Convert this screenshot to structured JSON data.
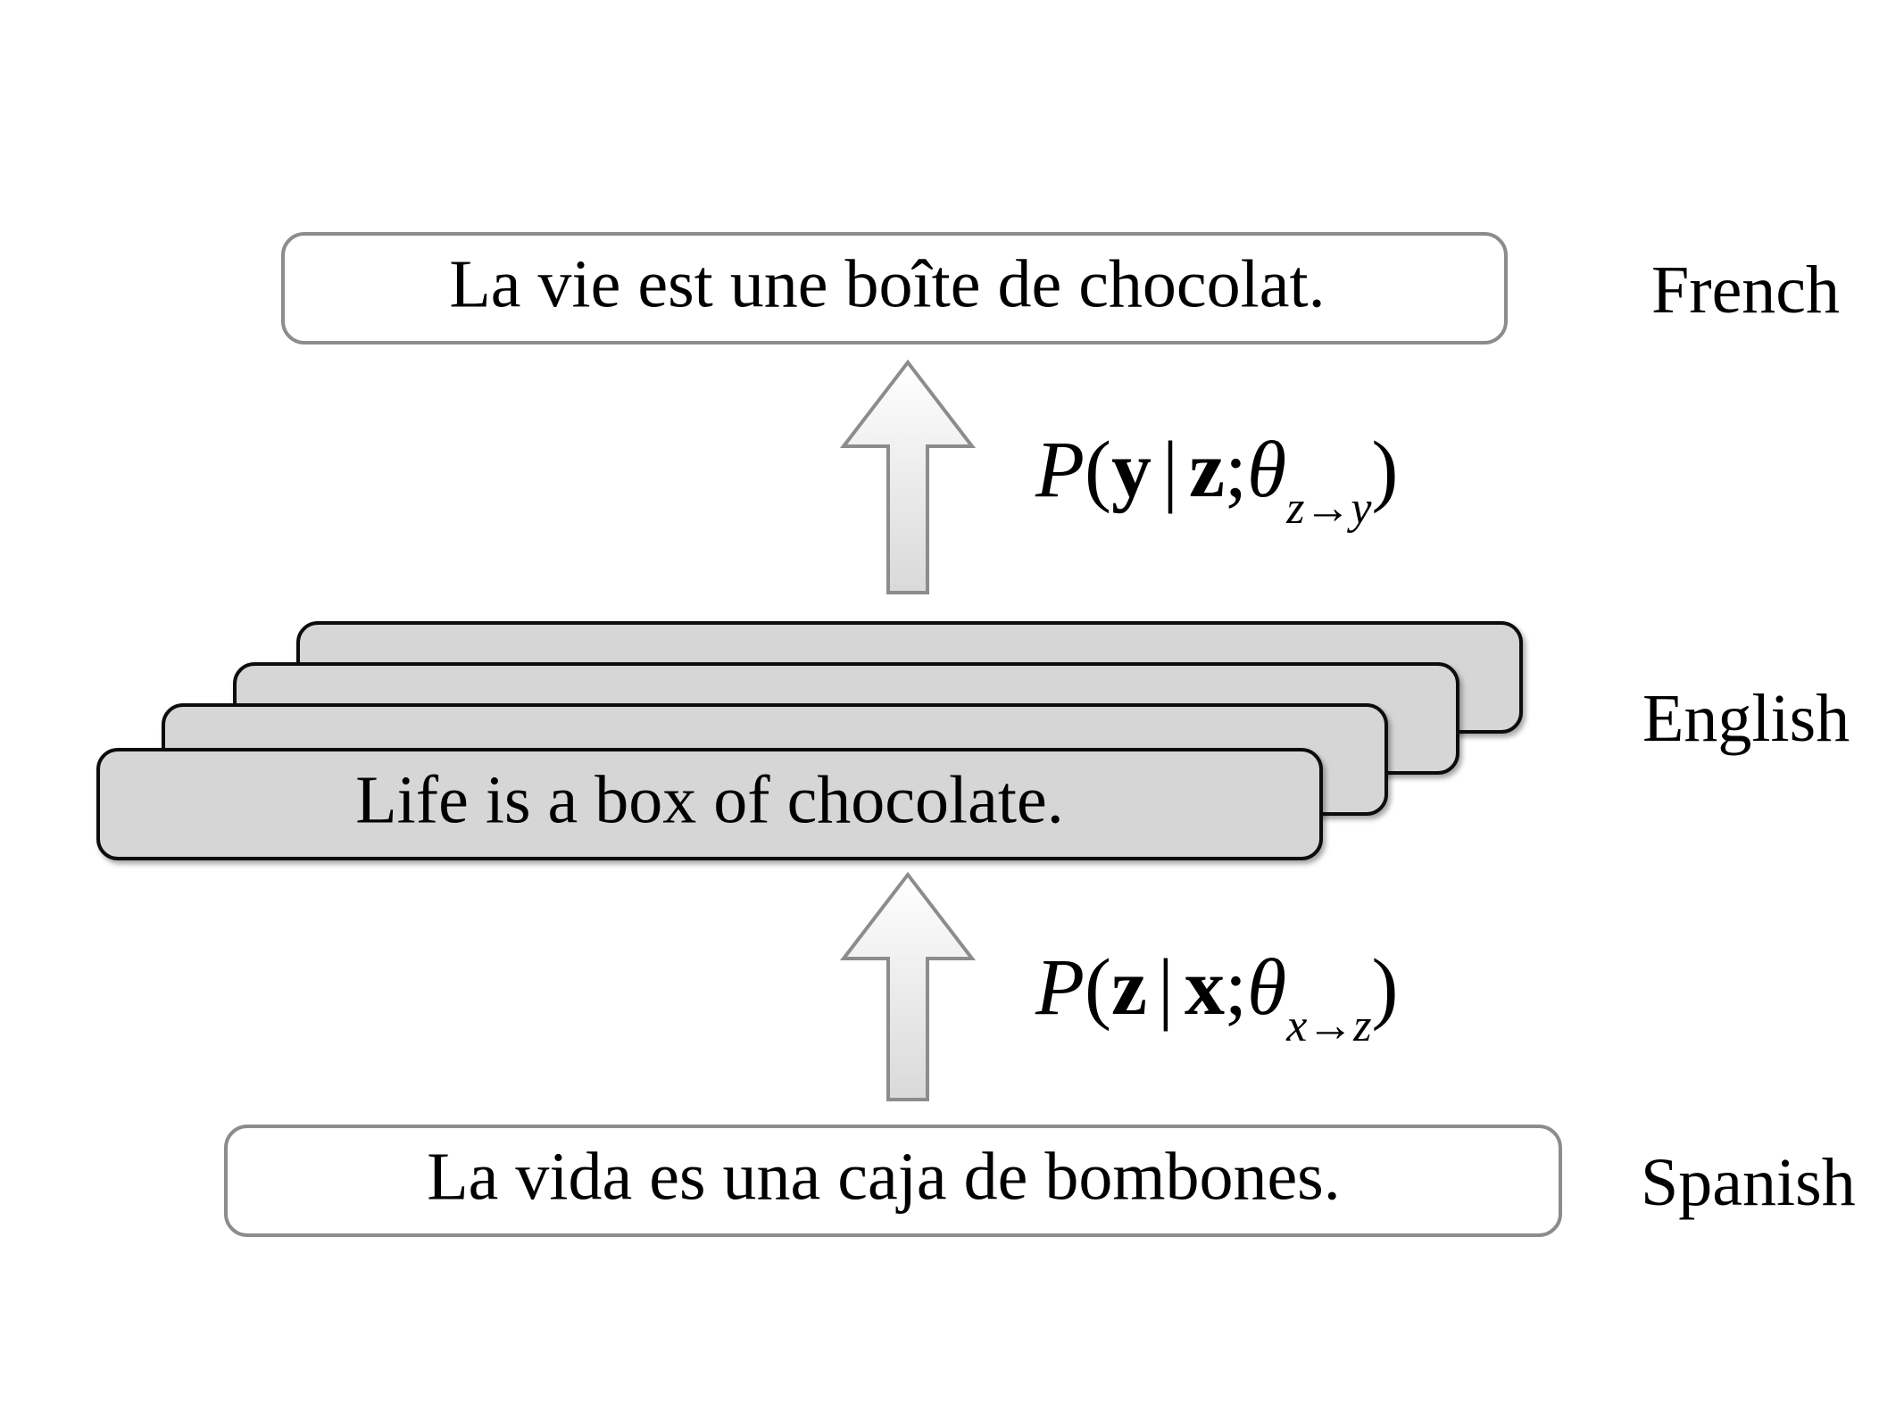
{
  "languages": {
    "target": "French",
    "pivot": "English",
    "source": "Spanish"
  },
  "sentences": {
    "french": "La vie est une boîte de chocolat.",
    "english": "Life is a box of chocolate.",
    "spanish": "La vida es una caja de bombones."
  },
  "formulas": {
    "top": {
      "P": "P",
      "open": "(",
      "var1": "y",
      "bar": "|",
      "var2": "z",
      "semi": ";",
      "theta": "θ",
      "sub": "z→y",
      "close": ")"
    },
    "bottom": {
      "P": "P",
      "open": "(",
      "var1": "z",
      "bar": "|",
      "var2": "x",
      "semi": ";",
      "theta": "θ",
      "sub": "x→z",
      "close": ")"
    }
  },
  "colors": {
    "box_border_light": "#8c8c8c",
    "stack_fill": "#d6d6d6",
    "stack_border": "#111111",
    "arrow_border": "#8c8c8c",
    "arrow_fill_top": "#ffffff",
    "arrow_fill_bottom": "#d9d9d9"
  }
}
